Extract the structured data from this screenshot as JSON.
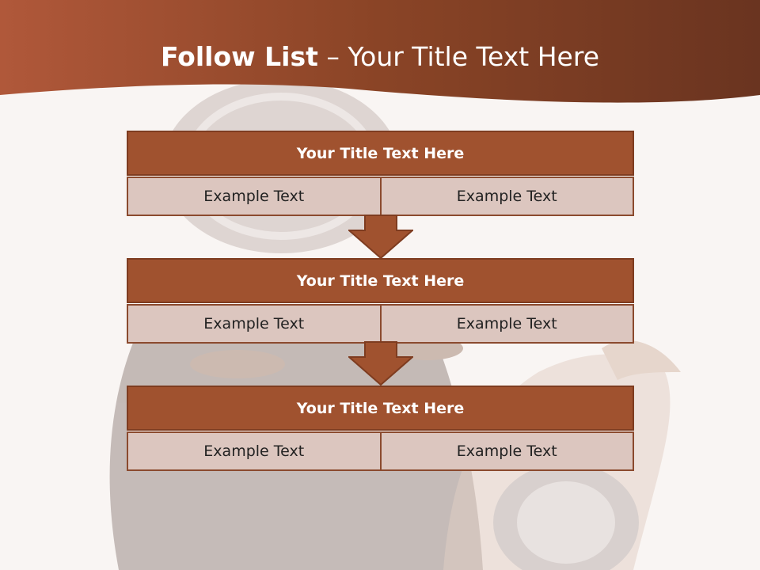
{
  "header": {
    "title_bold": "Follow List",
    "title_separator": " – ",
    "title_rest": "Your Title Text Here"
  },
  "blocks": [
    {
      "title": "Your Title Text Here",
      "left": "Example Text",
      "right": "Example Text"
    },
    {
      "title": "Your Title Text Here",
      "left": "Example Text",
      "right": "Example Text"
    },
    {
      "title": "Your Title Text Here",
      "left": "Example Text",
      "right": "Example Text"
    }
  ],
  "colors": {
    "accent": "#a0522f",
    "header_dark": "#6a3420",
    "cell": "#dcc6bf"
  }
}
